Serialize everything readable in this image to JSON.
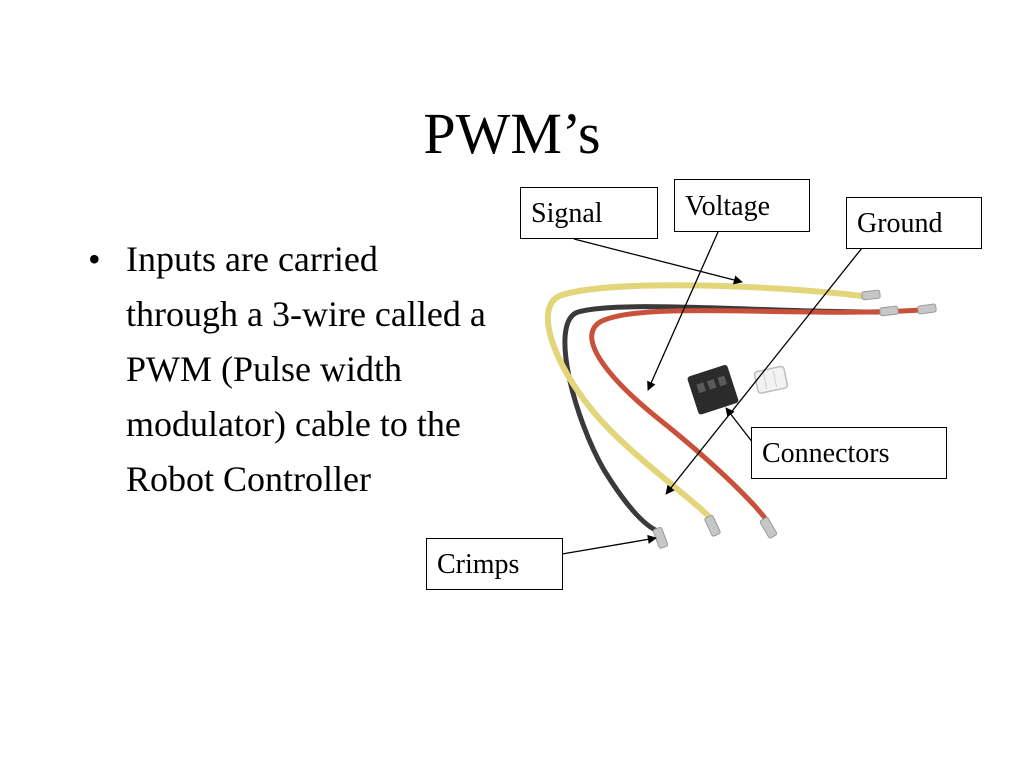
{
  "slide": {
    "title": "PWM’s",
    "bullets": [
      "Inputs are carried through a 3-wire called a PWM (Pulse width modulator) cable to the Robot Controller"
    ]
  },
  "callouts": {
    "signal": "Signal",
    "voltage": "Voltage",
    "ground": "Ground",
    "connectors": "Connectors",
    "crimps": "Crimps"
  },
  "wire_colors": {
    "signal": "#e3d57a",
    "voltage": "#c9503a",
    "ground": "#3a3a3a",
    "connector_black": "#2b2b2b",
    "connector_white": "#f2f2f2",
    "crimp_metal": "#c7c7c7"
  }
}
